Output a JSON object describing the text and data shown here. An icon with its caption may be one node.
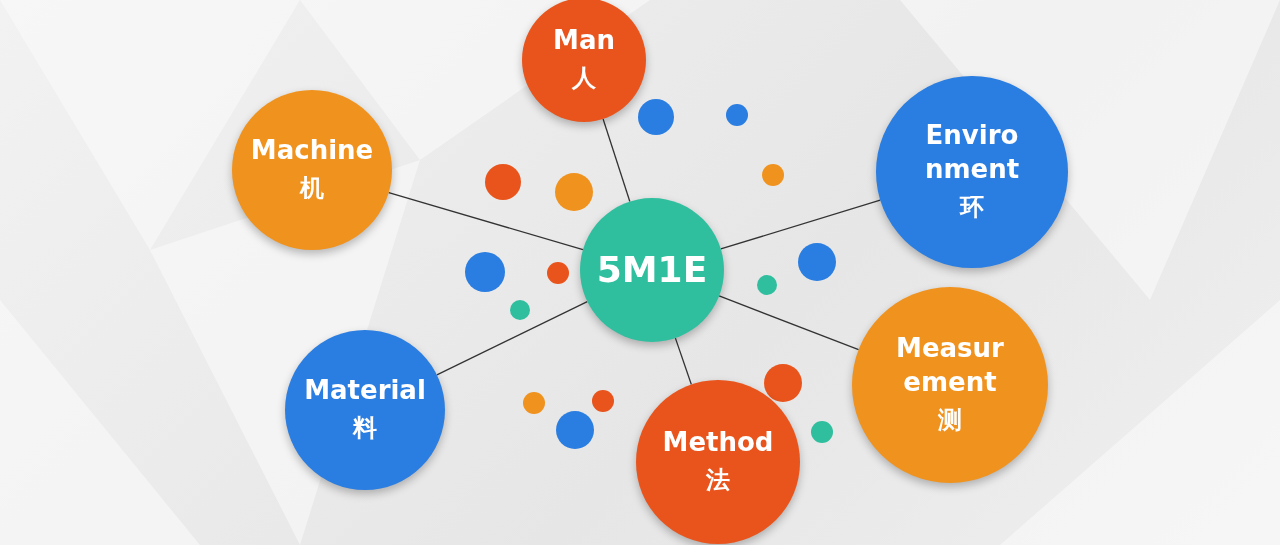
{
  "diagram": {
    "nodes": [
      {
        "text": [
          "5M1E"
        ]
      },
      {
        "text": [
          "Man",
          "人"
        ]
      },
      {
        "text": [
          "Machine",
          "机"
        ]
      },
      {
        "text": [
          "Enviro nment",
          "环"
        ]
      },
      {
        "text": [
          "Material",
          "料"
        ]
      },
      {
        "text": [
          "Measur ement",
          "测"
        ]
      },
      {
        "text": [
          "Method",
          "法"
        ]
      }
    ],
    "edges": [
      {
        "from": 0,
        "to": 1,
        "arrow": "none"
      },
      {
        "from": 0,
        "to": 2,
        "arrow": "none"
      },
      {
        "from": 0,
        "to": 3,
        "arrow": "none"
      },
      {
        "from": 0,
        "to": 4,
        "arrow": "none"
      },
      {
        "from": 0,
        "to": 5,
        "arrow": "none"
      },
      {
        "from": 0,
        "to": 6,
        "arrow": "none"
      }
    ]
  }
}
